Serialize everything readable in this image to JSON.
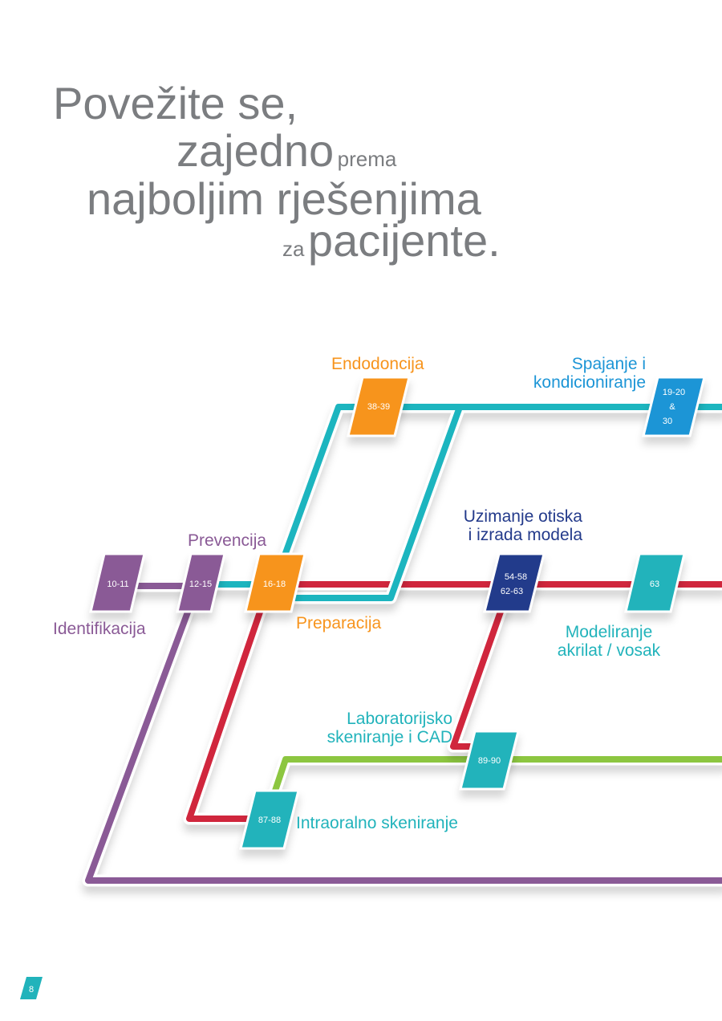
{
  "headline": {
    "line1": "Povežite se,",
    "line2_big": "zajedno",
    "line2_small": "prema",
    "line3": "najboljim rješenjima",
    "line4_small": "za",
    "line4_big": "pacijente."
  },
  "colors": {
    "teal": "#1fb5bf",
    "red": "#d0263c",
    "purple": "#8a5a96",
    "green": "#8cc63f",
    "orange": "#f7941d",
    "blue": "#1c95d6",
    "navy": "#233a8b",
    "node_teal": "#21b3bb",
    "text_gray": "#7b7d80"
  },
  "stations": {
    "identifikacija": "Identifikacija",
    "prevencija": "Prevencija",
    "preparacija": "Preparacija",
    "endodoncija": "Endodoncija",
    "spajanje": [
      "Spajanje i",
      "kondicioniranje"
    ],
    "uzimanje": [
      "Uzimanje otiska",
      "i izrada modela"
    ],
    "modeliranje": [
      "Modeliranje",
      "akrilat / vosak"
    ],
    "laboratorijsko": [
      "Laboratorijsko",
      "skeniranje i CAD"
    ],
    "intraoralno": "Intraoralno skeniranje"
  },
  "nodes": {
    "n1011": "10-11",
    "n1215": "12-15",
    "n1618": "16-18",
    "n3839": "38-39",
    "n1920": [
      "19-20",
      "&",
      "30"
    ],
    "n5458": [
      "54-58",
      "62-63"
    ],
    "n63": "63",
    "n8990": "89-90",
    "n8788": "87-88"
  },
  "page_number": "8"
}
